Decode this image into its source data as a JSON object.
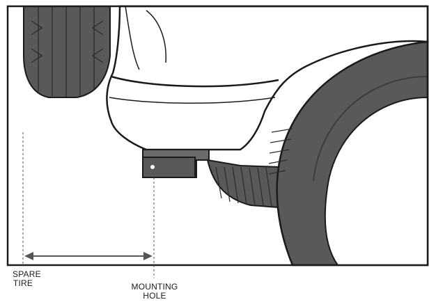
{
  "labels": {
    "spare_tire": [
      "SPARE",
      "TIRE"
    ],
    "mounting_hole": [
      "MOUNTING",
      "HOLE"
    ]
  },
  "colors": {
    "frame": "#1a1a1a",
    "tire": "#595959",
    "tire_dark": "#3d3d3d",
    "body": "#ffffff",
    "arrow": "#555555"
  }
}
